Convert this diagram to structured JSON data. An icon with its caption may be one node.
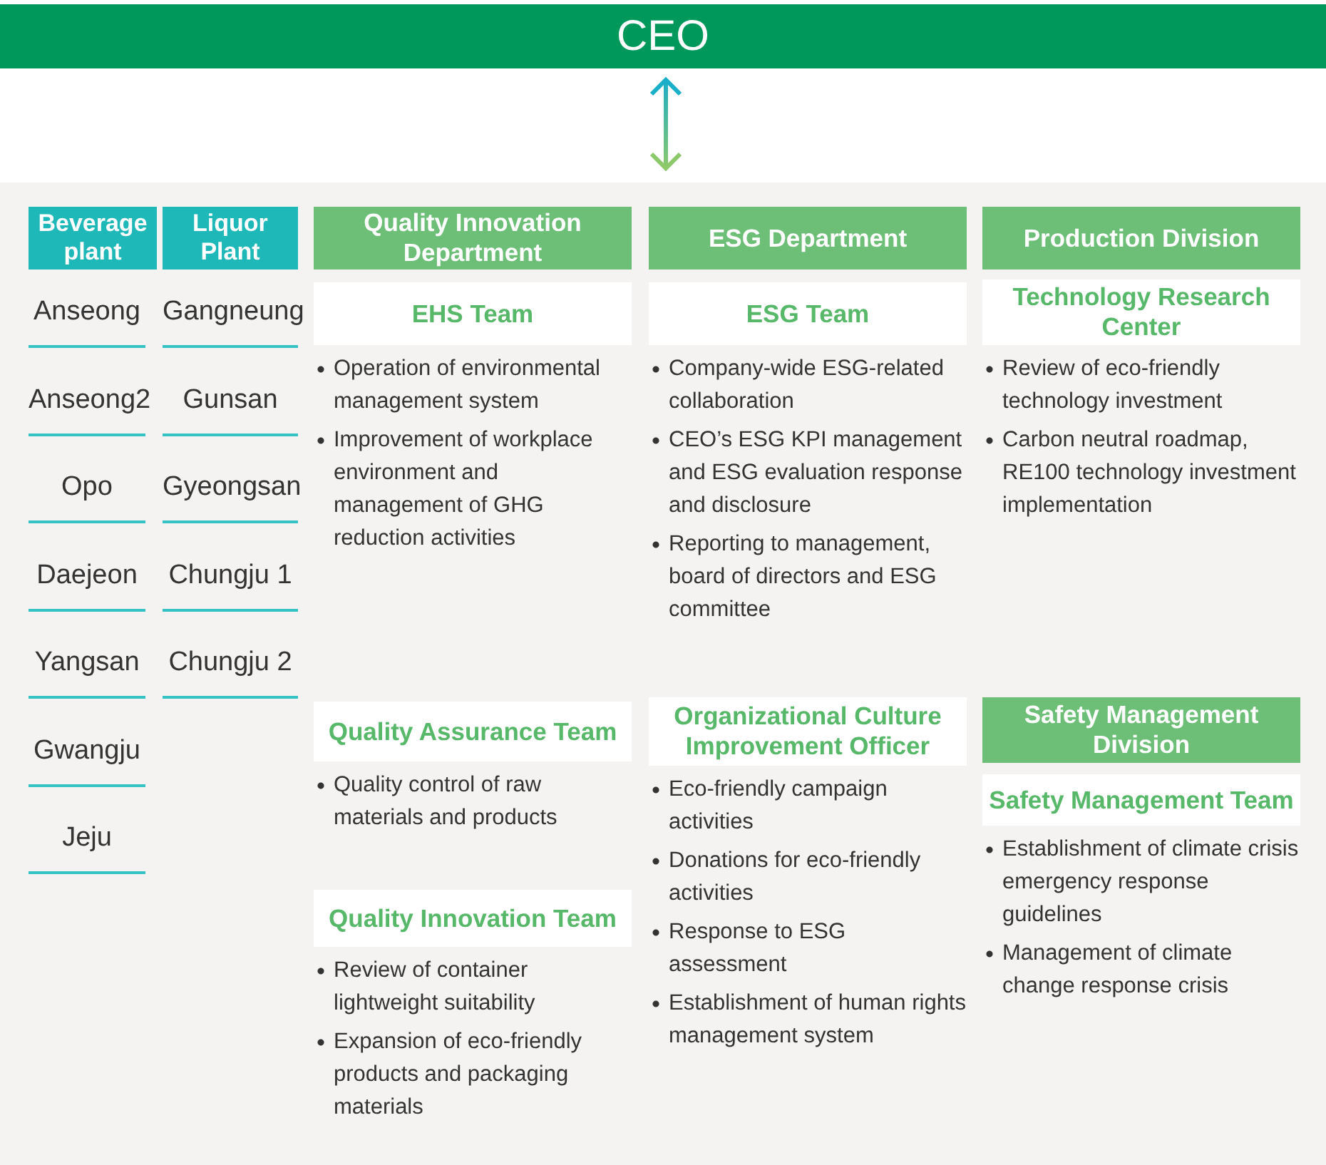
{
  "diagram": {
    "nodes": [
      {
        "text": [
          "CEO"
        ]
      },
      {
        "text": [],
        "shape": "box"
      },
      {
        "text": [
          "Beverage plant"
        ],
        "in": 1
      },
      {
        "text": [
          "Liquor Plant"
        ],
        "in": 1
      },
      {
        "text": [
          "Quality Innovation Department"
        ],
        "in": 1
      },
      {
        "text": [
          "ESG Department"
        ],
        "in": 1
      },
      {
        "text": [
          "Production Division"
        ],
        "in": 1
      },
      {
        "text": [
          "EHS Team"
        ],
        "in": 1,
        "beside": [
          "Operation of environmental management system",
          "Improvement of workplace environment and management of GHG reduction activities"
        ]
      },
      {
        "text": [
          "ESG Team"
        ],
        "in": 1,
        "beside": [
          "Company-wide ESG-related collaboration",
          "CEO’s ESG KPI management and ESG evaluation response and disclosure",
          "Reporting to management, board of directors and ESG committee"
        ]
      },
      {
        "text": [
          "Technology Research Center"
        ],
        "in": 1,
        "beside": [
          "Review of eco-friendly technology investment",
          "Carbon neutral roadmap, RE100 technology investment implementation"
        ]
      },
      {
        "text": [
          "Quality Assurance Team"
        ],
        "in": 1,
        "beside": [
          "Quality control of raw materials and products"
        ]
      },
      {
        "text": [
          "Organizational Culture Improvement Officer"
        ],
        "in": 1,
        "beside": [
          "Eco-friendly campaign activities",
          "Donations for eco-friendly activities",
          "Response to ESG assessment",
          "Establishment of human rights management system"
        ]
      },
      {
        "text": [
          "Safety Management Division"
        ],
        "in": 1
      },
      {
        "text": [
          "Safety Management Team"
        ],
        "in": 1,
        "beside": [
          "Establishment of climate crisis emergency response guidelines",
          "Management of climate change response crisis"
        ]
      },
      {
        "text": [
          "Quality Innovation Team"
        ],
        "in": 1,
        "beside": [
          "Review of container lightweight suitability",
          "Expansion of eco-friendly products and packaging materials"
        ]
      }
    ],
    "edges": [
      {
        "from": 0,
        "to": 1,
        "arrow": "both"
      }
    ],
    "labels": [
      "Anseong",
      "Anseong2",
      "Opo",
      "Daejeon",
      "Yangsan",
      "Gwangju",
      "Jeju",
      "Gangneung",
      "Gunsan",
      "Gyeongsan",
      "Chungju 1",
      "Chungju 2"
    ]
  }
}
